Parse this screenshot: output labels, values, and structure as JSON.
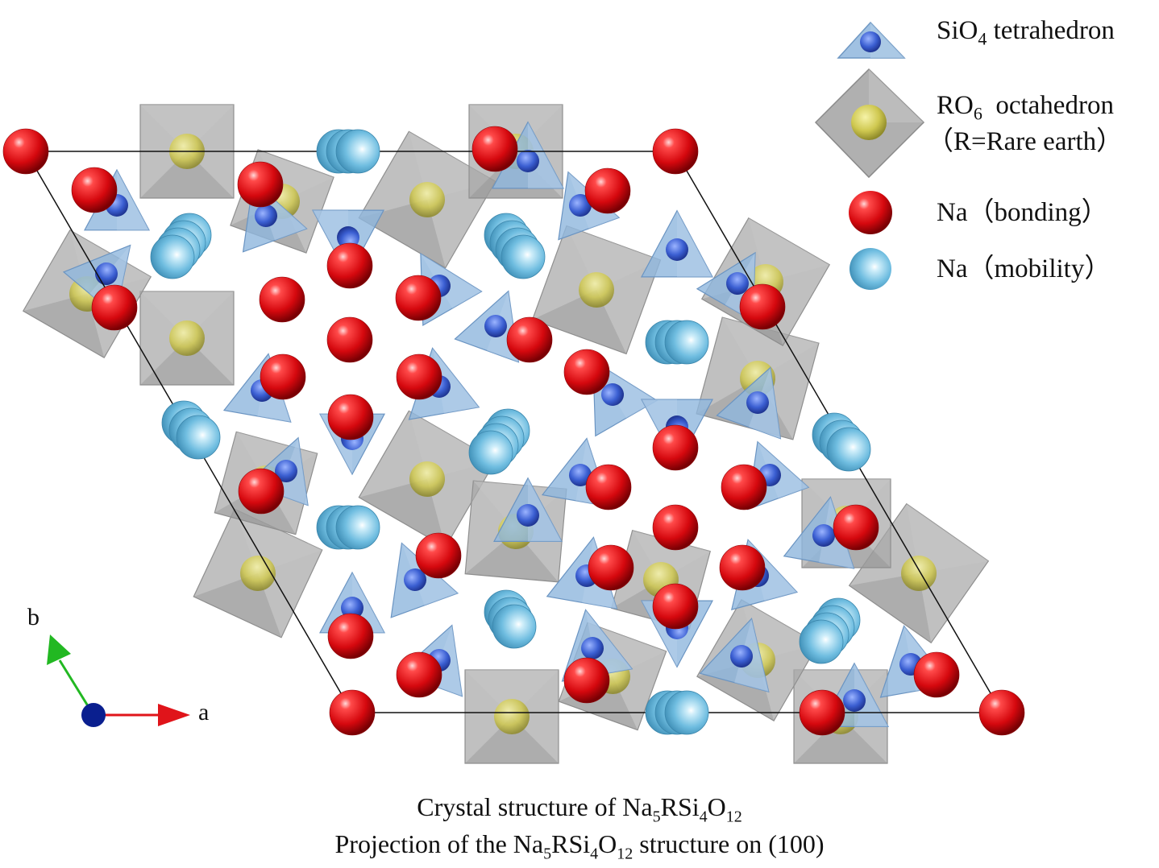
{
  "legend": {
    "sio4": {
      "formula": "SiO",
      "sub": "4",
      "suffix": " tetrahedron"
    },
    "ro6": {
      "formula": "RO",
      "sub": "6",
      "suffix": "  octahedron",
      "note": "（R=Rare earth）"
    },
    "na_bonding": "Na（bonding）",
    "na_mobility": "Na（mobility）"
  },
  "axes": {
    "a": "a",
    "b": "b"
  },
  "caption": {
    "line1_prefix": "Crystal structure of ",
    "line2_prefix": "Projection of the ",
    "line2_suffix": " structure on (100)",
    "formula_parts": [
      {
        "text": "Na",
        "sub": "5"
      },
      {
        "text": "RSi",
        "sub": "4"
      },
      {
        "text": "O",
        "sub": "12"
      }
    ]
  },
  "colors": {
    "tetrahedron": "#8fb6dd",
    "octahedron": "#a7a7a7",
    "na_bonding": "#e0141a",
    "na_mobility": "#74c3e4",
    "silicon": "#3d63d6",
    "rare_earth": "#d6d05a",
    "axis_a": "#e0141a",
    "axis_b": "#22b822",
    "origin": "#0a1f8f"
  },
  "icons": [
    "tetrahedron-icon",
    "octahedron-icon",
    "sphere-red-icon",
    "sphere-blue-icon"
  ]
}
